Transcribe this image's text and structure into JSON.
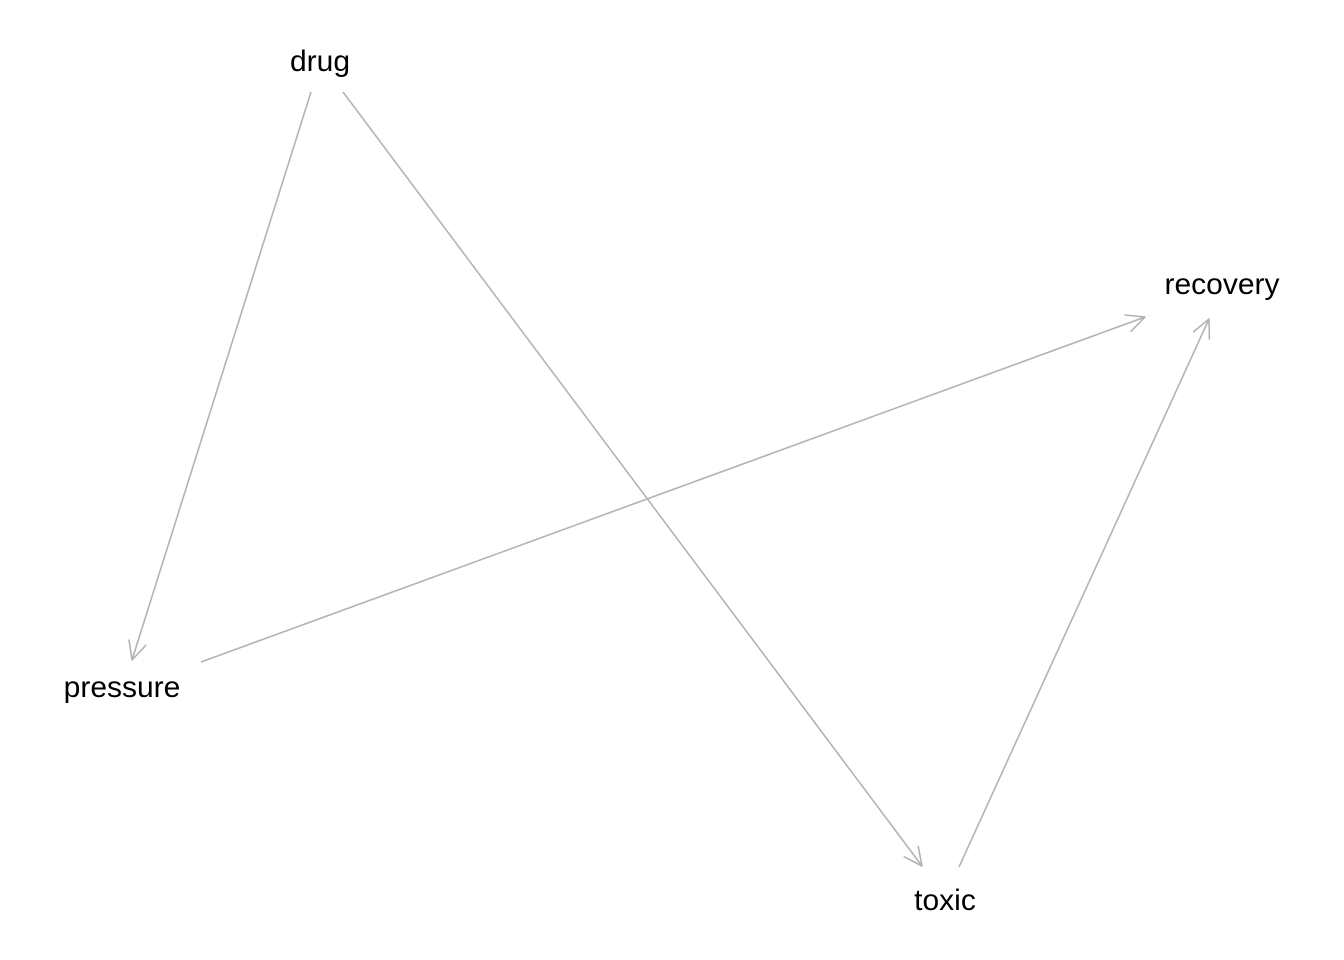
{
  "diagram": {
    "type": "directed-graph",
    "edge_color": "#b3b3b3",
    "nodes": [
      {
        "id": "drug",
        "label": "drug"
      },
      {
        "id": "recovery",
        "label": "recovery"
      },
      {
        "id": "pressure",
        "label": "pressure"
      },
      {
        "id": "toxic",
        "label": "toxic"
      }
    ],
    "edges": [
      {
        "from": "drug",
        "to": "pressure"
      },
      {
        "from": "drug",
        "to": "toxic"
      },
      {
        "from": "pressure",
        "to": "recovery"
      },
      {
        "from": "toxic",
        "to": "recovery"
      }
    ]
  }
}
